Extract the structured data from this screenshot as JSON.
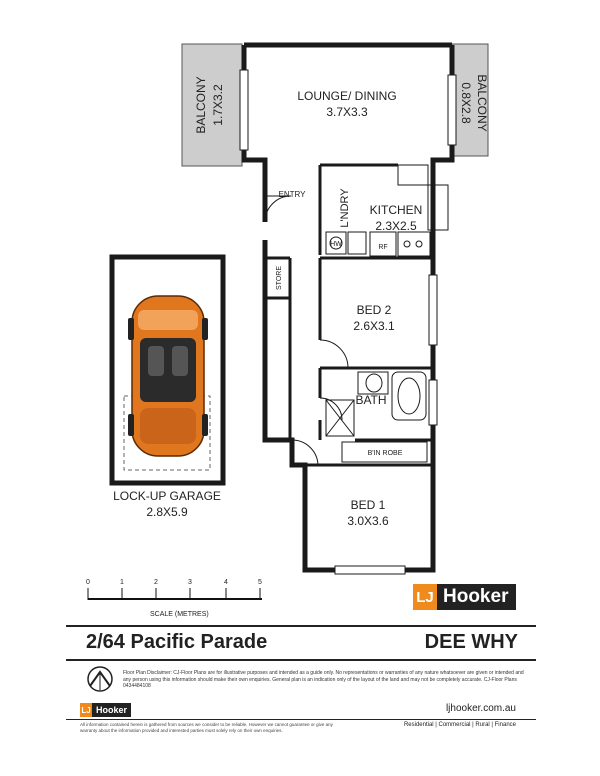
{
  "rooms": {
    "balcony_left": {
      "name": "BALCONY",
      "size": "1.7X3.2"
    },
    "lounge": {
      "name": "LOUNGE/ DINING",
      "size": "3.7X3.3"
    },
    "balcony_right": {
      "name": "BALCONY",
      "size": "0.8X2.8"
    },
    "entry": "ENTRY",
    "laundry": "L'NDRY",
    "kitchen": {
      "name": "KITCHEN",
      "size": "2.3X2.5"
    },
    "hw": "HW",
    "rf": "RF",
    "store": "STORE",
    "bed2": {
      "name": "BED 2",
      "size": "2.6X3.1"
    },
    "bath": "BATH",
    "robe": "B'IN ROBE",
    "bed1": {
      "name": "BED 1",
      "size": "3.0X3.6"
    },
    "garage": {
      "name": "LOCK-UP GARAGE",
      "size": "2.8X5.9"
    }
  },
  "scale": {
    "ticks": [
      "0",
      "1",
      "2",
      "3",
      "4",
      "5"
    ],
    "caption": "SCALE (METRES)"
  },
  "logo": {
    "mark": "LJ",
    "name": "Hooker"
  },
  "address": {
    "street": "2/64 Pacific Parade",
    "suburb": "DEE WHY"
  },
  "disclaimer": {
    "text": "Floor Plan Disclaimer: CJ-Floor Plans are for illustrative purposes and intended as a guide only. No representations or warranties of any nature whatsoever are given or intended and any person using this information should make their own enquiries. General plan is an indication only of the layout of the land and may not be completely accurate.",
    "credit": "CJ-Floor Plans 0434484108"
  },
  "footer": {
    "url": "ljhooker.com.au",
    "small": "All information contained herein is gathered from sources we consider to be reliable. However we cannot guarantee or give any warranty about the information provided and interested parties must solely rely on their own enquiries.",
    "categories": "Residential | Commercial | Rural | Finance"
  },
  "colors": {
    "accent": "#f08a1c",
    "dark": "#222222",
    "balcony_fill": "#cfcfcf",
    "car": "#e0761e"
  }
}
